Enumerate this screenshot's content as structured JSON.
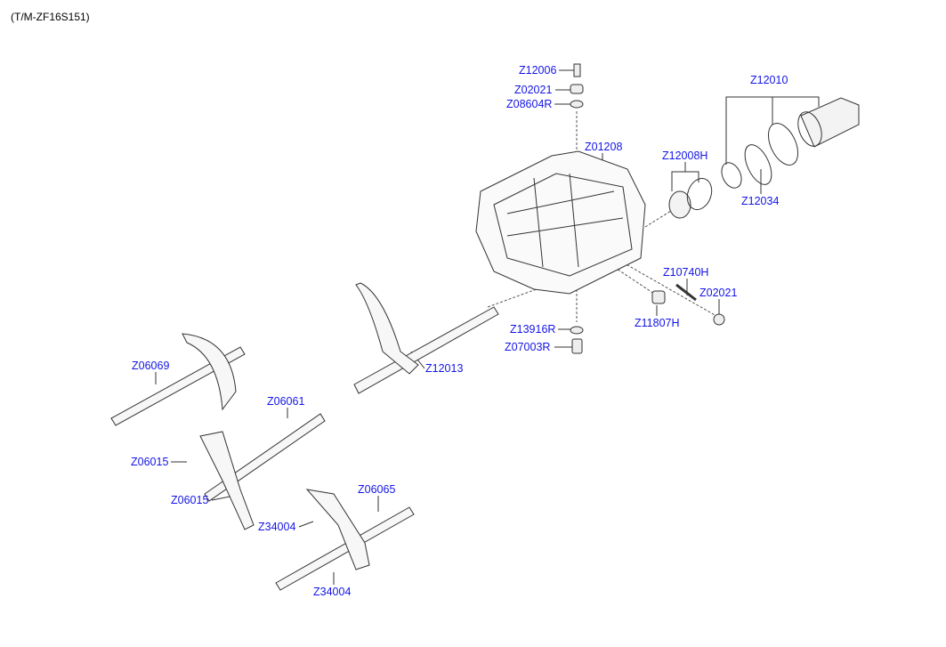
{
  "diagram_title": "(T/M-ZF16S151)",
  "label_color": "#1414e6",
  "parts": [
    {
      "id": "p1",
      "code": "Z12006"
    },
    {
      "id": "p2",
      "code": "Z02021"
    },
    {
      "id": "p3",
      "code": "Z08604R"
    },
    {
      "id": "p4",
      "code": "Z01208"
    },
    {
      "id": "p5",
      "code": "Z12010"
    },
    {
      "id": "p6",
      "code": "Z12008H"
    },
    {
      "id": "p7",
      "code": "Z12034"
    },
    {
      "id": "p8",
      "code": "Z10740H"
    },
    {
      "id": "p9",
      "code": "Z02021"
    },
    {
      "id": "p10",
      "code": "Z11807H"
    },
    {
      "id": "p11",
      "code": "Z13916R"
    },
    {
      "id": "p12",
      "code": "Z07003R"
    },
    {
      "id": "p13",
      "code": "Z12013"
    },
    {
      "id": "p14",
      "code": "Z06069"
    },
    {
      "id": "p15",
      "code": "Z06061"
    },
    {
      "id": "p16",
      "code": "Z06015"
    },
    {
      "id": "p17",
      "code": "Z06015"
    },
    {
      "id": "p18",
      "code": "Z06065"
    },
    {
      "id": "p19",
      "code": "Z34004"
    },
    {
      "id": "p20",
      "code": "Z34004"
    }
  ]
}
